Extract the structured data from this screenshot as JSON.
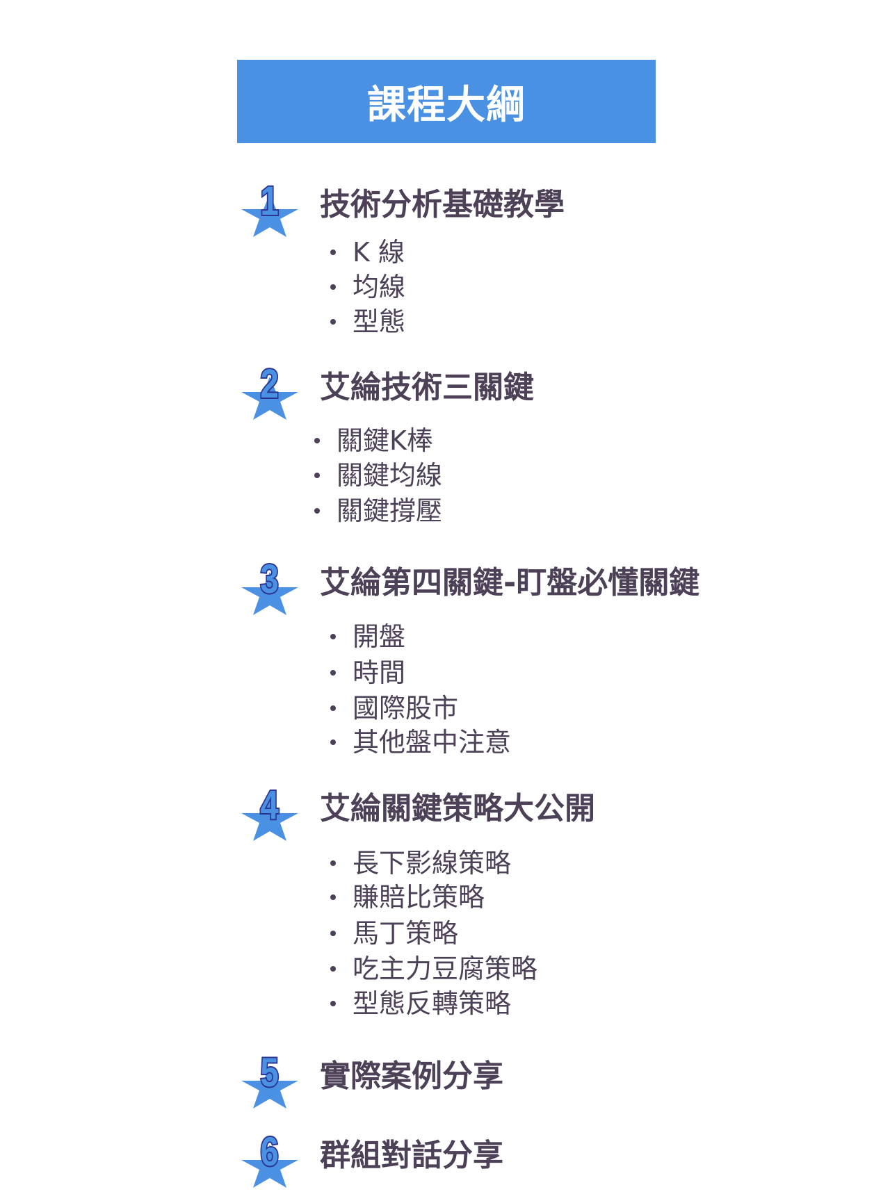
{
  "title": "課程大綱",
  "colors": {
    "banner": "#4a90e3",
    "text": "#4d4157",
    "star": "#4a90e3",
    "digit_outline": "#2b3591"
  },
  "sections": [
    {
      "number": "1",
      "heading": "技術分析基礎教學",
      "items": [
        "K 線",
        "均線",
        "型態"
      ]
    },
    {
      "number": "2",
      "heading": "艾綸技術三關鍵",
      "items": [
        "關鍵K棒",
        "關鍵均線",
        "關鍵撐壓"
      ]
    },
    {
      "number": "3",
      "heading": "艾綸第四關鍵-盯盤必懂關鍵",
      "items": [
        "開盤",
        "時間",
        "國際股市",
        "其他盤中注意"
      ]
    },
    {
      "number": "4",
      "heading": "艾綸關鍵策略大公開",
      "items": [
        "長下影線策略",
        "賺賠比策略",
        "馬丁策略",
        "吃主力豆腐策略",
        "型態反轉策略"
      ]
    },
    {
      "number": "5",
      "heading": "實際案例分享",
      "items": []
    },
    {
      "number": "6",
      "heading": "群組對話分享",
      "items": []
    }
  ]
}
